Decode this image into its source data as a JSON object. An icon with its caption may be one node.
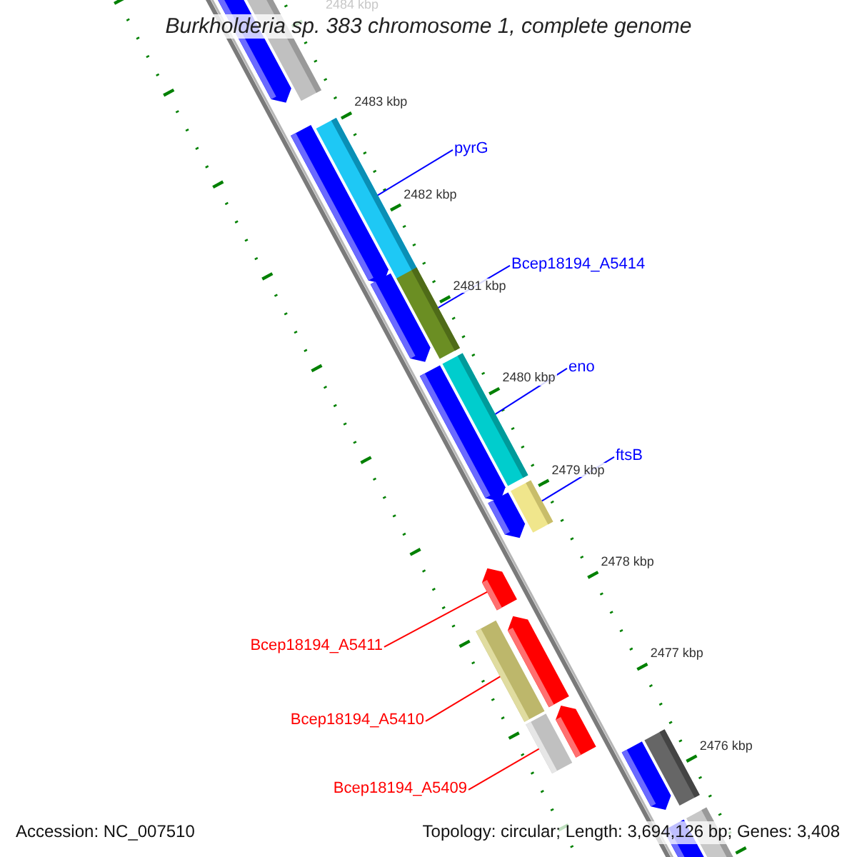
{
  "diagram": {
    "title": "Burkholderia sp. 383 chromosome 1, complete genome",
    "nodes": [
      {
        "text": [
          "pyrG"
        ]
      },
      {
        "text": [],
        "shape": "bar"
      },
      {
        "text": [
          "Bcep18194_A5414"
        ]
      },
      {
        "text": [],
        "shape": "bar"
      },
      {
        "text": [
          "eno"
        ]
      },
      {
        "text": [],
        "shape": "bar"
      },
      {
        "text": [
          "ftsB"
        ]
      },
      {
        "text": [],
        "shape": "bar"
      },
      {
        "text": [
          "Bcep18194_A5411"
        ]
      },
      {
        "text": [],
        "shape": "bar"
      },
      {
        "text": [
          "Bcep18194_A5410"
        ]
      },
      {
        "text": [],
        "shape": "bar"
      },
      {
        "text": [
          "Bcep18194_A5409"
        ]
      },
      {
        "text": [],
        "shape": "bar"
      }
    ],
    "edges": [
      {
        "from": 0,
        "to": 1,
        "arrow": "none"
      },
      {
        "from": 2,
        "to": 3,
        "arrow": "none"
      },
      {
        "from": 4,
        "to": 5,
        "arrow": "none"
      },
      {
        "from": 6,
        "to": 7,
        "arrow": "none"
      },
      {
        "from": 8,
        "to": 9,
        "arrow": "none",
        "color": "#ff0000"
      },
      {
        "from": 10,
        "to": 11,
        "arrow": "none",
        "color": "#ff0000"
      },
      {
        "from": 12,
        "to": 13,
        "arrow": "none",
        "color": "#ff0000"
      }
    ],
    "labels": [
      "2484 kbp",
      "2483 kbp",
      "2482 kbp",
      "2481 kbp",
      "2480 kbp",
      "2479 kbp",
      "2478 kbp",
      "2477 kbp",
      "2476 kbp",
      "Accession: NC_007510",
      "Topology: circular; Length: 3,694,126 bp; Genes: 3,408"
    ]
  }
}
